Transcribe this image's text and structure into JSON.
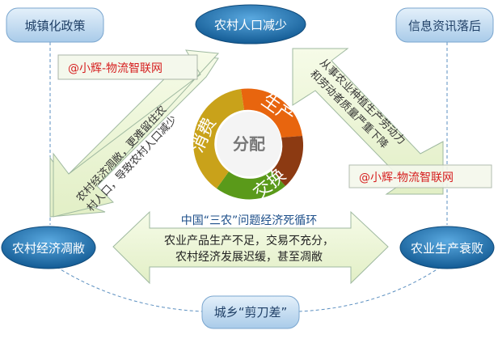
{
  "nodes": {
    "urbanization_policy": "城镇化政策",
    "rural_population_decline": "农村人口减少",
    "info_lag": "信息资讯落后",
    "rural_economy_decline": "农村经济凋敝",
    "agri_production_decline": "农业生产衰败",
    "scissors_gap": "城乡“剪刀差”"
  },
  "arrows": {
    "left_line1": "农村经济凋敝，更难留住农",
    "left_line2": "村人口，导致农村人口减少",
    "right_line1": "从事农业种植生产劳动力",
    "right_line2": "和劳动者质量严重下降"
  },
  "center_box": {
    "title": "中国“三农”问题经济死循环",
    "line1": "农业产品生产不足，交易不充分，",
    "line2": "农村经济发展迟缓，甚至凋敝"
  },
  "cycle": {
    "center": "分配",
    "production": "生产",
    "exchange": "交换",
    "consumption": "消费"
  },
  "watermarks": [
    "@小辉-物流智联网",
    "@小辉-物流智联网"
  ],
  "colors": {
    "dark_blue": "#1d6fae",
    "light_blue": "#bcd8ef",
    "arrow_fill": "#eef6d8",
    "orange": "#e8650e",
    "brown": "#8c3a12",
    "green": "#5a9a1a",
    "gold": "#c9a21a",
    "watermark": "#d62020"
  }
}
